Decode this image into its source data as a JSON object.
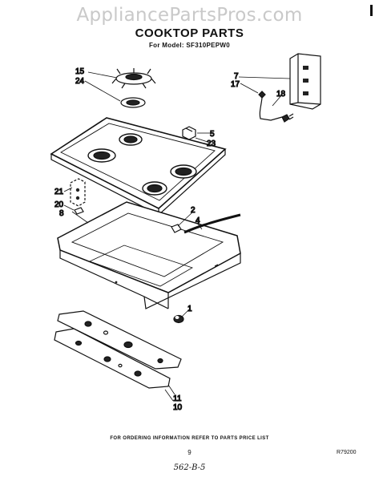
{
  "watermark": "AppliancePartsPros.com",
  "title": "COOKTOP PARTS",
  "subtitle": "For Model: SF310PEPW0",
  "callouts": {
    "c15": "15",
    "c24": "24",
    "c7": "7",
    "c17": "17",
    "c18": "18",
    "c5": "5",
    "c23": "23",
    "c21": "21",
    "c20": "20",
    "c8": "8",
    "c2": "2",
    "c4": "4",
    "c1": "1",
    "c11": "11",
    "c10": "10"
  },
  "footer_note": "FOR ORDERING INFORMATION REFER TO PARTS PRICE LIST",
  "page_number": "9",
  "doc_code": "R79200",
  "handwritten_note": "562-B-5"
}
